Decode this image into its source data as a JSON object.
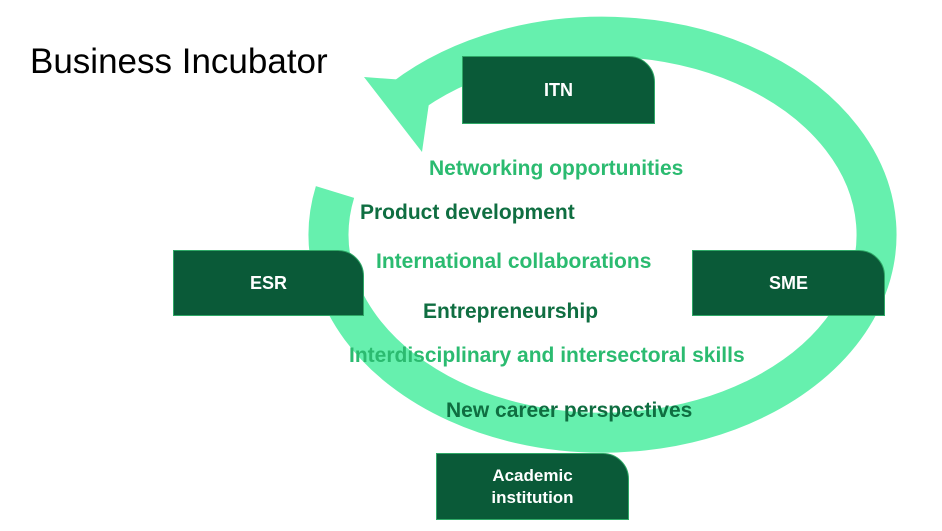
{
  "title": "Business Incubator",
  "colors": {
    "ring": "#66f0ae",
    "box_fill": "#0a5a38",
    "box_border": "#2ea866",
    "text_dark_green": "#0f6e41",
    "text_light_green": "#2bbb70"
  },
  "nodes": {
    "itn": "ITN",
    "esr": "ESR",
    "sme": "SME",
    "academic_line1": "Academic",
    "academic_line2": "institution"
  },
  "benefits": [
    "Networking opportunities",
    "Product development",
    "International collaborations",
    "Entrepreneurship",
    "Interdisciplinary and intersectoral skills",
    "New career perspectives"
  ]
}
